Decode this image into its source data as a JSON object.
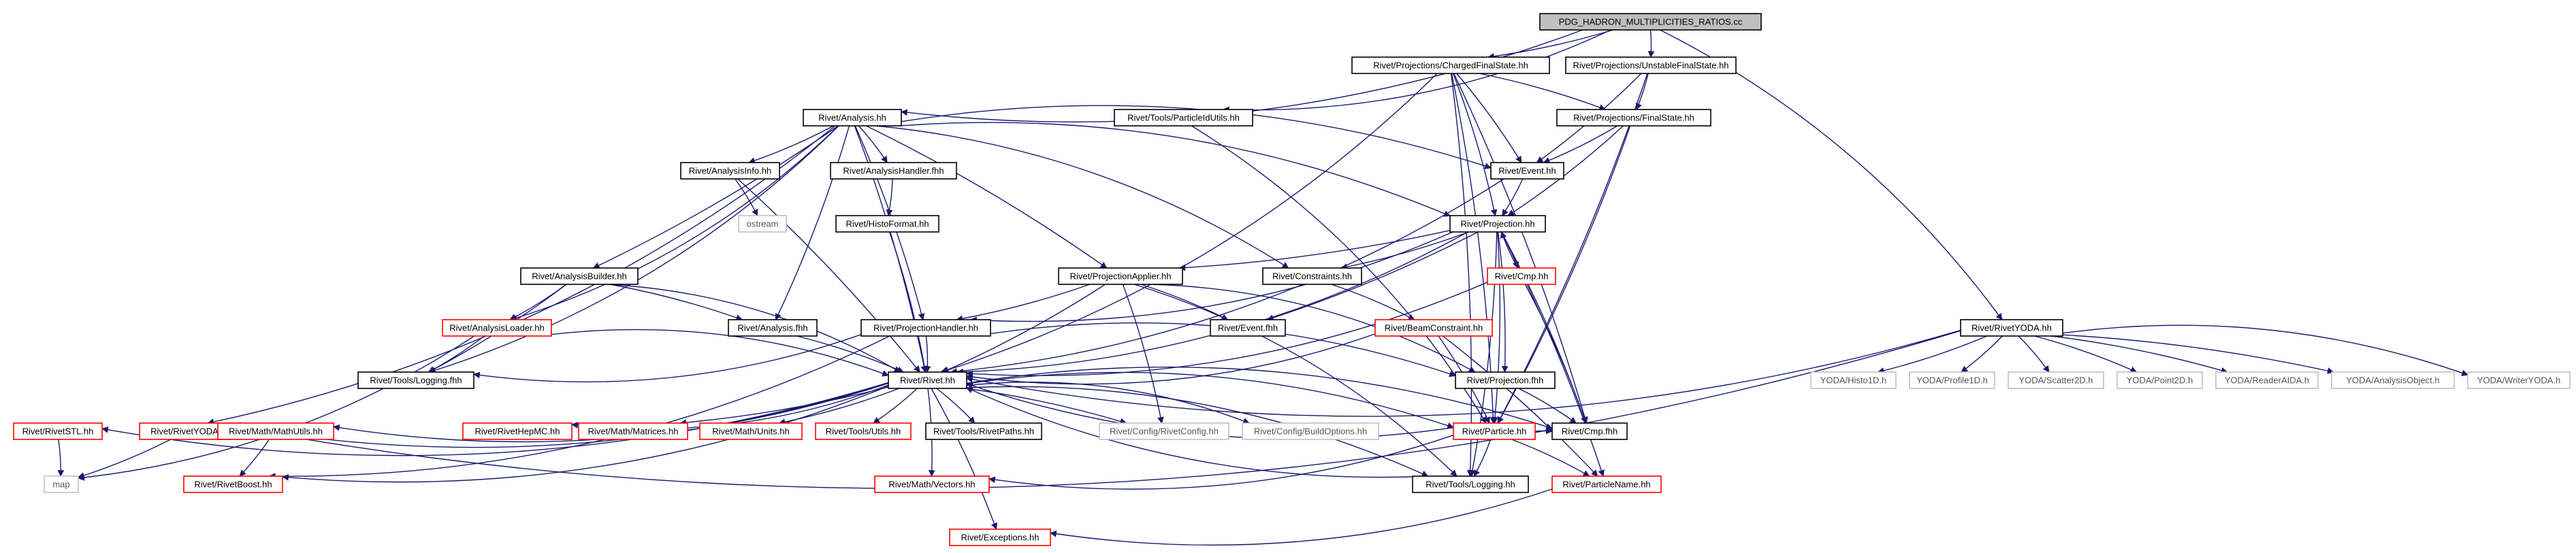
{
  "diagram": {
    "colors": {
      "edge": "#191970",
      "root_fill": "#bfbfbf",
      "text": "#000000",
      "missing": "#ff0000",
      "external": "#bfbfbf"
    },
    "nodes": [
      {
        "id": "root",
        "label": "PDG_HADRON_MULTIPLICITIES_RATIOS.cc",
        "kind": "root"
      },
      {
        "id": "cfs",
        "label": "Rivet/Projections/ChargedFinalState.hh",
        "kind": "normal"
      },
      {
        "id": "ufs",
        "label": "Rivet/Projections/UnstableFinalState.hh",
        "kind": "normal"
      },
      {
        "id": "analysis",
        "label": "Rivet/Analysis.hh",
        "kind": "normal"
      },
      {
        "id": "partidutils",
        "label": "Rivet/Tools/ParticleIdUtils.hh",
        "kind": "normal"
      },
      {
        "id": "fs",
        "label": "Rivet/Projections/FinalState.hh",
        "kind": "normal"
      },
      {
        "id": "event",
        "label": "Rivet/Event.hh",
        "kind": "normal"
      },
      {
        "id": "ainfo",
        "label": "Rivet/AnalysisInfo.hh",
        "kind": "normal"
      },
      {
        "id": "ahandlerf",
        "label": "Rivet/AnalysisHandler.fhh",
        "kind": "normal"
      },
      {
        "id": "ostream",
        "label": "ostream",
        "kind": "external"
      },
      {
        "id": "histoformat",
        "label": "Rivet/HistoFormat.hh",
        "kind": "normal"
      },
      {
        "id": "projection",
        "label": "Rivet/Projection.hh",
        "kind": "normal"
      },
      {
        "id": "abuilder",
        "label": "Rivet/AnalysisBuilder.hh",
        "kind": "normal"
      },
      {
        "id": "papplier",
        "label": "Rivet/ProjectionApplier.hh",
        "kind": "normal"
      },
      {
        "id": "constraints",
        "label": "Rivet/Constraints.hh",
        "kind": "normal"
      },
      {
        "id": "cmp",
        "label": "Rivet/Cmp.hh",
        "kind": "missing"
      },
      {
        "id": "aloader",
        "label": "Rivet/AnalysisLoader.hh",
        "kind": "missing"
      },
      {
        "id": "analysisf",
        "label": "Rivet/Analysis.fhh",
        "kind": "normal"
      },
      {
        "id": "eventf",
        "label": "Rivet/Event.fhh",
        "kind": "normal"
      },
      {
        "id": "beamc",
        "label": "Rivet/BeamConstraint.hh",
        "kind": "missing"
      },
      {
        "id": "phandler",
        "label": "Rivet/ProjectionHandler.hh",
        "kind": "normal"
      },
      {
        "id": "logging_f",
        "label": "Rivet/Tools/Logging.fhh",
        "kind": "normal"
      },
      {
        "id": "rivet",
        "label": "Rivet/Rivet.hh",
        "kind": "normal"
      },
      {
        "id": "projectionf",
        "label": "Rivet/Projection.fhh",
        "kind": "normal"
      },
      {
        "id": "rivetyoda",
        "label": "Rivet/RivetYODA.hh",
        "kind": "normal"
      },
      {
        "id": "histo1d",
        "label": "YODA/Histo1D.h",
        "kind": "external"
      },
      {
        "id": "profile1d",
        "label": "YODA/Profile1D.h",
        "kind": "external"
      },
      {
        "id": "scatter2d",
        "label": "YODA/Scatter2D.h",
        "kind": "external"
      },
      {
        "id": "point2d",
        "label": "YODA/Point2D.h",
        "kind": "external"
      },
      {
        "id": "readeraida",
        "label": "YODA/ReaderAIDA.h",
        "kind": "external"
      },
      {
        "id": "aobject",
        "label": "YODA/AnalysisObject.h",
        "kind": "external"
      },
      {
        "id": "writeryoda",
        "label": "YODA/WriterYODA.h",
        "kind": "external"
      },
      {
        "id": "rivetstl",
        "label": "Rivet/RivetSTL.hh",
        "kind": "missing"
      },
      {
        "id": "rivetyoda2",
        "label": "Rivet/RivetYODA.hh",
        "kind": "missing"
      },
      {
        "id": "mathutils",
        "label": "Rivet/Math/MathUtils.hh",
        "kind": "missing"
      },
      {
        "id": "hepmc",
        "label": "Rivet/RivetHepMC.hh",
        "kind": "missing"
      },
      {
        "id": "matrices",
        "label": "Rivet/Math/Matrices.hh",
        "kind": "missing"
      },
      {
        "id": "units",
        "label": "Rivet/Math/Units.hh",
        "kind": "missing"
      },
      {
        "id": "toolsutils",
        "label": "Rivet/Tools/Utils.hh",
        "kind": "missing"
      },
      {
        "id": "paths",
        "label": "Rivet/Tools/RivetPaths.hh",
        "kind": "normal"
      },
      {
        "id": "rivetconfig",
        "label": "Rivet/Config/RivetConfig.hh",
        "kind": "external"
      },
      {
        "id": "buildopts",
        "label": "Rivet/Config/BuildOptions.hh",
        "kind": "external"
      },
      {
        "id": "particle",
        "label": "Rivet/Particle.hh",
        "kind": "missing"
      },
      {
        "id": "cmpf",
        "label": "Rivet/Cmp.fhh",
        "kind": "normal"
      },
      {
        "id": "map",
        "label": "map",
        "kind": "external"
      },
      {
        "id": "boost",
        "label": "Rivet/RivetBoost.hh",
        "kind": "missing"
      },
      {
        "id": "vectors",
        "label": "Rivet/Math/Vectors.hh",
        "kind": "missing"
      },
      {
        "id": "logging",
        "label": "Rivet/Tools/Logging.hh",
        "kind": "normal"
      },
      {
        "id": "pname",
        "label": "Rivet/ParticleName.hh",
        "kind": "missing"
      },
      {
        "id": "exceptions",
        "label": "Rivet/Exceptions.hh",
        "kind": "missing"
      }
    ],
    "edges": [
      [
        "root",
        "cfs"
      ],
      [
        "root",
        "ufs"
      ],
      [
        "root",
        "analysis"
      ],
      [
        "root",
        "partidutils"
      ],
      [
        "root",
        "rivetyoda"
      ],
      [
        "cfs",
        "fs"
      ],
      [
        "cfs",
        "event"
      ],
      [
        "cfs",
        "projection"
      ],
      [
        "cfs",
        "rivet"
      ],
      [
        "cfs",
        "cmpf"
      ],
      [
        "cfs",
        "particle"
      ],
      [
        "cfs",
        "logging"
      ],
      [
        "ufs",
        "fs"
      ],
      [
        "ufs",
        "event"
      ],
      [
        "ufs",
        "particle"
      ],
      [
        "fs",
        "event"
      ],
      [
        "fs",
        "projection"
      ],
      [
        "fs",
        "particle"
      ],
      [
        "partidutils",
        "particle"
      ],
      [
        "analysis",
        "ainfo"
      ],
      [
        "analysis",
        "ahandlerf"
      ],
      [
        "analysis",
        "event"
      ],
      [
        "analysis",
        "projection"
      ],
      [
        "analysis",
        "abuilder"
      ],
      [
        "analysis",
        "aloader"
      ],
      [
        "analysis",
        "analysisf"
      ],
      [
        "analysis",
        "phandler"
      ],
      [
        "analysis",
        "papplier"
      ],
      [
        "analysis",
        "constraints"
      ],
      [
        "analysis",
        "logging_f"
      ],
      [
        "analysis",
        "rivet"
      ],
      [
        "analysis",
        "rivetyoda2"
      ],
      [
        "ainfo",
        "ostream"
      ],
      [
        "ainfo",
        "rivet"
      ],
      [
        "ahandlerf",
        "histoformat"
      ],
      [
        "histoformat",
        "rivet"
      ],
      [
        "event",
        "projection"
      ],
      [
        "event",
        "rivet"
      ],
      [
        "projection",
        "papplier"
      ],
      [
        "projection",
        "constraints"
      ],
      [
        "projection",
        "cmp"
      ],
      [
        "projection",
        "eventf"
      ],
      [
        "projection",
        "phandler"
      ],
      [
        "projection",
        "rivet"
      ],
      [
        "projection",
        "projectionf"
      ],
      [
        "projection",
        "cmpf"
      ],
      [
        "projection",
        "particle"
      ],
      [
        "projection",
        "logging"
      ],
      [
        "projection",
        "pname"
      ],
      [
        "cmp",
        "projection"
      ],
      [
        "cmp",
        "rivet"
      ],
      [
        "cmp",
        "cmpf"
      ],
      [
        "abuilder",
        "aloader"
      ],
      [
        "abuilder",
        "analysisf"
      ],
      [
        "abuilder",
        "logging_f"
      ],
      [
        "abuilder",
        "rivet"
      ],
      [
        "aloader",
        "logging_f"
      ],
      [
        "aloader",
        "rivet"
      ],
      [
        "aloader",
        "map"
      ],
      [
        "analysisf",
        "rivet"
      ],
      [
        "papplier",
        "eventf"
      ],
      [
        "papplier",
        "phandler"
      ],
      [
        "papplier",
        "rivet"
      ],
      [
        "papplier",
        "projectionf"
      ],
      [
        "papplier",
        "rivetconfig"
      ],
      [
        "papplier",
        "logging"
      ],
      [
        "constraints",
        "beamc"
      ],
      [
        "beamc",
        "rivet"
      ],
      [
        "beamc",
        "particle"
      ],
      [
        "beamc",
        "pname"
      ],
      [
        "phandler",
        "logging_f"
      ],
      [
        "phandler",
        "rivet"
      ],
      [
        "phandler",
        "projectionf"
      ],
      [
        "phandler",
        "boost"
      ],
      [
        "rivet",
        "rivetstl"
      ],
      [
        "rivet",
        "rivetyoda2"
      ],
      [
        "rivet",
        "mathutils"
      ],
      [
        "rivet",
        "hepmc"
      ],
      [
        "rivet",
        "matrices"
      ],
      [
        "rivet",
        "units"
      ],
      [
        "rivet",
        "toolsutils"
      ],
      [
        "rivet",
        "paths"
      ],
      [
        "rivet",
        "rivetconfig"
      ],
      [
        "rivet",
        "buildopts"
      ],
      [
        "rivet",
        "particle"
      ],
      [
        "rivet",
        "cmpf"
      ],
      [
        "rivet",
        "boost"
      ],
      [
        "rivet",
        "vectors"
      ],
      [
        "rivet",
        "logging"
      ],
      [
        "rivet",
        "exceptions"
      ],
      [
        "projectionf",
        "cmpf"
      ],
      [
        "rivetyoda",
        "histo1d"
      ],
      [
        "rivetyoda",
        "profile1d"
      ],
      [
        "rivetyoda",
        "scatter2d"
      ],
      [
        "rivetyoda",
        "point2d"
      ],
      [
        "rivetyoda",
        "readeraida"
      ],
      [
        "rivetyoda",
        "aobject"
      ],
      [
        "rivetyoda",
        "writeryoda"
      ],
      [
        "rivetyoda",
        "rivet"
      ],
      [
        "rivetyoda",
        "rivetyoda2"
      ],
      [
        "rivetstl",
        "map"
      ],
      [
        "rivetyoda2",
        "map"
      ],
      [
        "mathutils",
        "boost"
      ],
      [
        "particle",
        "cmpf"
      ],
      [
        "particle",
        "vectors"
      ],
      [
        "particle",
        "logging"
      ],
      [
        "particle",
        "pname"
      ],
      [
        "particle",
        "rivet"
      ],
      [
        "logging",
        "rivet"
      ],
      [
        "pname",
        "exceptions"
      ]
    ]
  }
}
